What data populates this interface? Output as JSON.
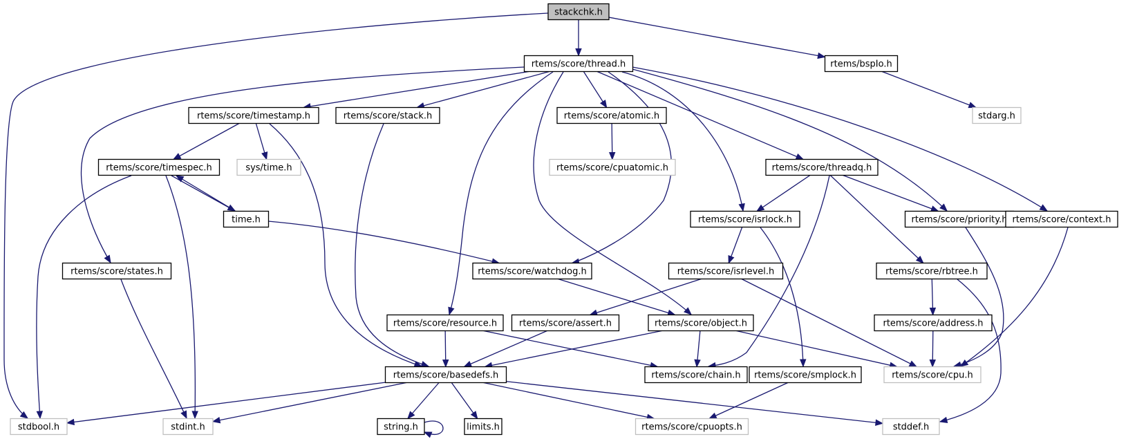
{
  "graph": {
    "title": "stackchk.h include dependency graph",
    "colors": {
      "edge": "#191970",
      "root_fill": "#bfbfbf",
      "root_border": "#000000",
      "node_fill": "#ffffff",
      "node_border": "#000000",
      "external_border": "#bfbfbf"
    },
    "nodes": [
      {
        "id": "stackchk",
        "label": "stackchk.h",
        "kind": "root"
      },
      {
        "id": "thread",
        "label": "rtems/score/thread.h",
        "kind": "normal"
      },
      {
        "id": "bspio",
        "label": "rtems/bspIo.h",
        "kind": "normal"
      },
      {
        "id": "stdarg",
        "label": "stdarg.h",
        "kind": "external"
      },
      {
        "id": "timestamp",
        "label": "rtems/score/timestamp.h",
        "kind": "normal"
      },
      {
        "id": "stack",
        "label": "rtems/score/stack.h",
        "kind": "normal"
      },
      {
        "id": "atomic",
        "label": "rtems/score/atomic.h",
        "kind": "normal"
      },
      {
        "id": "cpuatomic",
        "label": "rtems/score/cpuatomic.h",
        "kind": "external"
      },
      {
        "id": "timespec",
        "label": "rtems/score/timespec.h",
        "kind": "normal"
      },
      {
        "id": "systime",
        "label": "sys/time.h",
        "kind": "external"
      },
      {
        "id": "threadq",
        "label": "rtems/score/threadq.h",
        "kind": "normal"
      },
      {
        "id": "time",
        "label": "time.h",
        "kind": "normal"
      },
      {
        "id": "isrlock",
        "label": "rtems/score/isrlock.h",
        "kind": "normal"
      },
      {
        "id": "priority",
        "label": "rtems/score/priority.h",
        "kind": "normal"
      },
      {
        "id": "context",
        "label": "rtems/score/context.h",
        "kind": "normal"
      },
      {
        "id": "states",
        "label": "rtems/score/states.h",
        "kind": "normal"
      },
      {
        "id": "watchdog",
        "label": "rtems/score/watchdog.h",
        "kind": "normal"
      },
      {
        "id": "isrlevel",
        "label": "rtems/score/isrlevel.h",
        "kind": "normal"
      },
      {
        "id": "rbtree",
        "label": "rtems/score/rbtree.h",
        "kind": "normal"
      },
      {
        "id": "resource",
        "label": "rtems/score/resource.h",
        "kind": "normal"
      },
      {
        "id": "assert",
        "label": "rtems/score/assert.h",
        "kind": "normal"
      },
      {
        "id": "object",
        "label": "rtems/score/object.h",
        "kind": "normal"
      },
      {
        "id": "address",
        "label": "rtems/score/address.h",
        "kind": "normal"
      },
      {
        "id": "basedefs",
        "label": "rtems/score/basedefs.h",
        "kind": "normal"
      },
      {
        "id": "chain",
        "label": "rtems/score/chain.h",
        "kind": "normal"
      },
      {
        "id": "smplock",
        "label": "rtems/score/smplock.h",
        "kind": "normal"
      },
      {
        "id": "cpu",
        "label": "rtems/score/cpu.h",
        "kind": "external"
      },
      {
        "id": "stdbool",
        "label": "stdbool.h",
        "kind": "external"
      },
      {
        "id": "stdint",
        "label": "stdint.h",
        "kind": "external"
      },
      {
        "id": "string",
        "label": "string.h",
        "kind": "normal"
      },
      {
        "id": "limits",
        "label": "limits.h",
        "kind": "normal"
      },
      {
        "id": "cpuopts",
        "label": "rtems/score/cpuopts.h",
        "kind": "external"
      },
      {
        "id": "stddef",
        "label": "stddef.h",
        "kind": "external"
      }
    ],
    "edges": [
      [
        "stackchk",
        "stdbool"
      ],
      [
        "stackchk",
        "thread"
      ],
      [
        "stackchk",
        "bspio"
      ],
      [
        "bspio",
        "stdarg"
      ],
      [
        "thread",
        "states"
      ],
      [
        "thread",
        "timestamp"
      ],
      [
        "thread",
        "stack"
      ],
      [
        "thread",
        "resource"
      ],
      [
        "thread",
        "object"
      ],
      [
        "thread",
        "atomic"
      ],
      [
        "thread",
        "watchdog"
      ],
      [
        "thread",
        "isrlock"
      ],
      [
        "thread",
        "threadq"
      ],
      [
        "thread",
        "priority"
      ],
      [
        "thread",
        "context"
      ],
      [
        "timestamp",
        "timespec"
      ],
      [
        "timestamp",
        "systime"
      ],
      [
        "timestamp",
        "basedefs"
      ],
      [
        "stack",
        "basedefs"
      ],
      [
        "atomic",
        "cpuatomic"
      ],
      [
        "timespec",
        "stdbool"
      ],
      [
        "timespec",
        "stdint"
      ],
      [
        "timespec",
        "time"
      ],
      [
        "time",
        "timespec"
      ],
      [
        "time",
        "watchdog"
      ],
      [
        "threadq",
        "isrlock"
      ],
      [
        "threadq",
        "chain"
      ],
      [
        "threadq",
        "priority"
      ],
      [
        "threadq",
        "rbtree"
      ],
      [
        "isrlock",
        "isrlevel"
      ],
      [
        "isrlock",
        "smplock"
      ],
      [
        "priority",
        "cpu"
      ],
      [
        "context",
        "cpu"
      ],
      [
        "states",
        "stdint"
      ],
      [
        "watchdog",
        "object"
      ],
      [
        "isrlevel",
        "assert"
      ],
      [
        "isrlevel",
        "cpu"
      ],
      [
        "rbtree",
        "address"
      ],
      [
        "rbtree",
        "stddef"
      ],
      [
        "address",
        "cpu"
      ],
      [
        "resource",
        "basedefs"
      ],
      [
        "resource",
        "chain"
      ],
      [
        "assert",
        "basedefs"
      ],
      [
        "object",
        "basedefs"
      ],
      [
        "object",
        "chain"
      ],
      [
        "object",
        "cpu"
      ],
      [
        "basedefs",
        "stdbool"
      ],
      [
        "basedefs",
        "stdint"
      ],
      [
        "basedefs",
        "string"
      ],
      [
        "basedefs",
        "limits"
      ],
      [
        "basedefs",
        "cpuopts"
      ],
      [
        "basedefs",
        "stddef"
      ],
      [
        "string",
        "string"
      ],
      [
        "smplock",
        "cpuopts"
      ]
    ]
  }
}
